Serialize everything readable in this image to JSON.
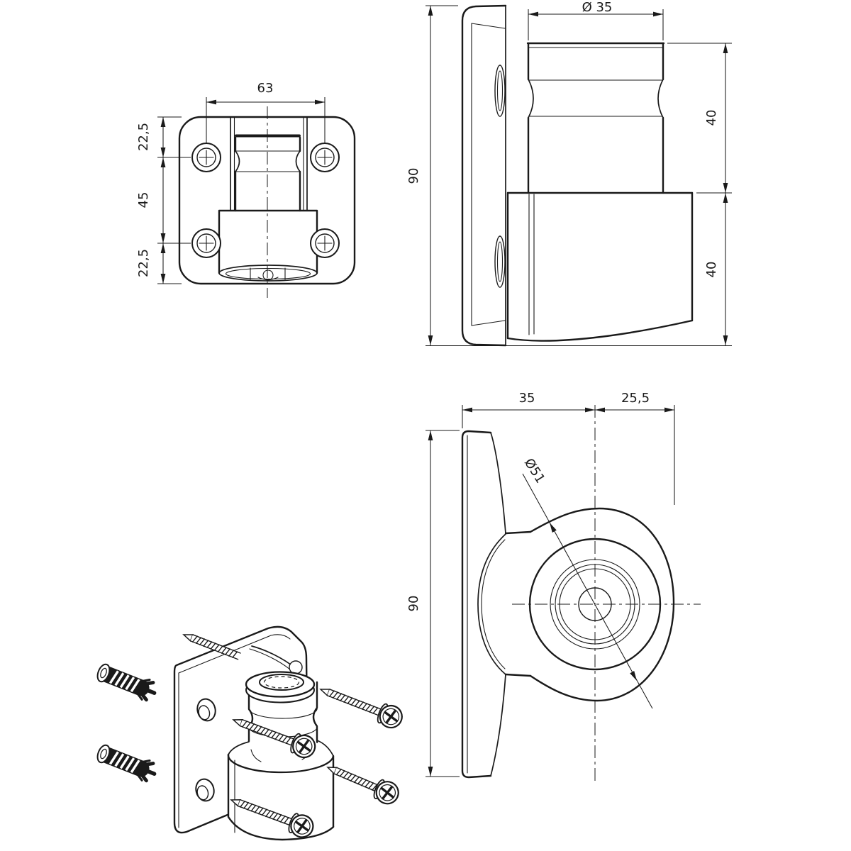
{
  "drawing": {
    "background": "#ffffff",
    "line_color": "#1a1a1a",
    "front_view": {
      "dim_hole_spacing_width": "63",
      "dim_top_edge_to_hole": "22,5",
      "dim_hole_to_hole_vertical": "45",
      "dim_bottom_edge_to_hole": "22,5"
    },
    "side_view": {
      "dim_plate_height": "90",
      "dim_spigot_diameter": "Ø 35",
      "dim_upper_length": "40",
      "dim_lower_length": "40"
    },
    "rear_view": {
      "dim_plate_to_center": "35",
      "dim_center_to_face": "25,5",
      "dim_plate_height": "90",
      "dim_body_diameter": "Ø51"
    }
  }
}
